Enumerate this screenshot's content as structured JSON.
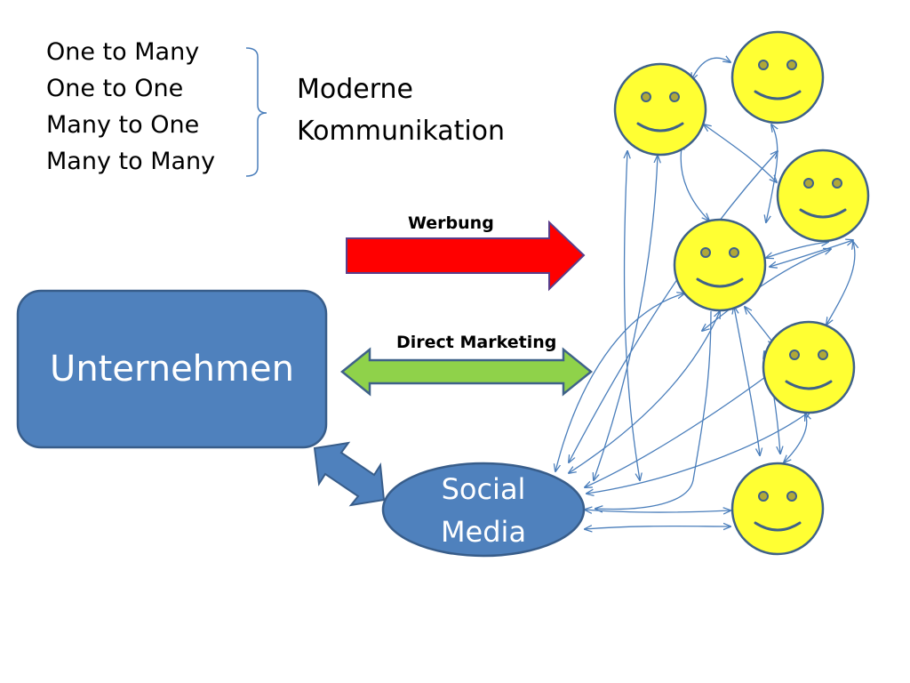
{
  "communication_types": [
    "One to Many",
    "One to One",
    "Many to One",
    "Many to Many"
  ],
  "title_lines": [
    "Moderne",
    "Kommunikation"
  ],
  "arrows": {
    "advertising_label": "Werbung",
    "direct_marketing_label": "Direct Marketing"
  },
  "company_label": "Unternehmen",
  "social_media_lines": [
    "Social",
    "Media"
  ],
  "colors": {
    "box_fill": "#4f81bd",
    "box_stroke": "#385d8a",
    "advertising_arrow": "#ff0000",
    "direct_marketing_arrow": "#8fd24a",
    "smiley_fill": "#ffff33",
    "smiley_stroke": "#3f6289",
    "connector": "#4a7ebb"
  },
  "icons": [
    "smiley-icon",
    "double-arrow-icon",
    "right-arrow-icon",
    "curly-brace-icon"
  ]
}
